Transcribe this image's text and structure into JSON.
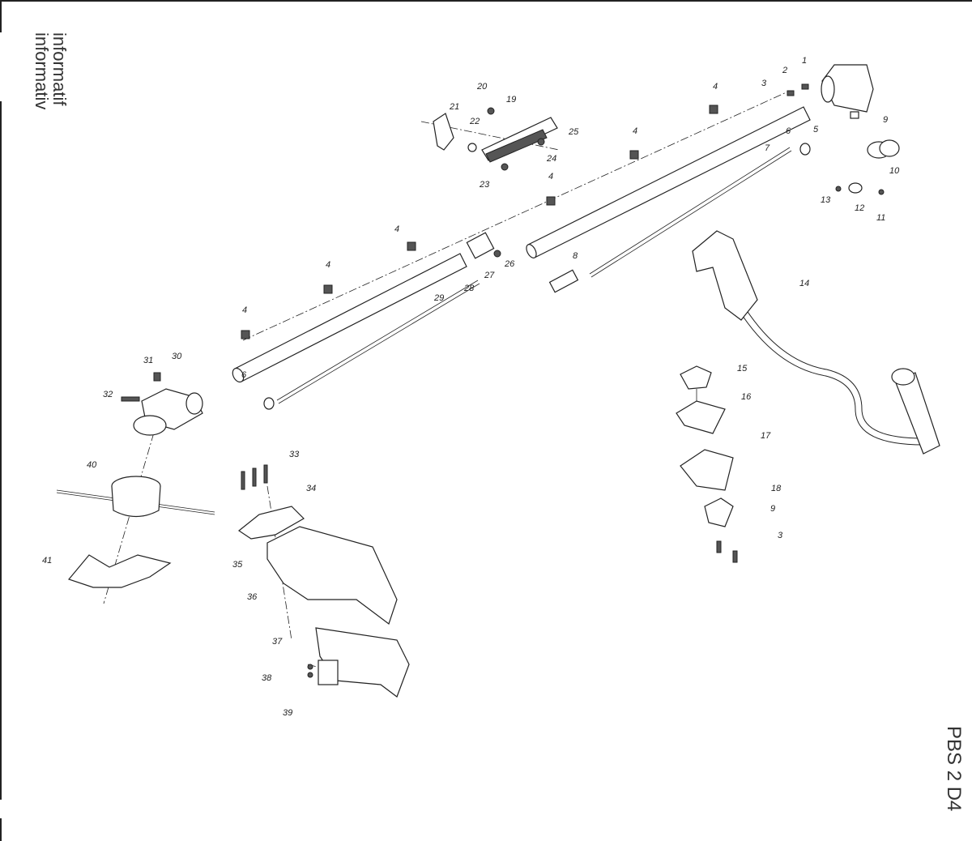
{
  "side_text": [
    "informatif",
    "informativ"
  ],
  "model": "PBS 2 D4",
  "callouts": [
    "1",
    "2",
    "3",
    "3",
    "4",
    "4",
    "4",
    "4",
    "4",
    "4",
    "5",
    "6",
    "6",
    "7",
    "8",
    "9",
    "9",
    "10",
    "11",
    "12",
    "13",
    "14",
    "15",
    "16",
    "17",
    "18",
    "19",
    "20",
    "21",
    "22",
    "23",
    "24",
    "25",
    "26",
    "27",
    "28",
    "29",
    "30",
    "31",
    "32",
    "33",
    "34",
    "35",
    "36",
    "37",
    "38",
    "39",
    "40",
    "41"
  ]
}
